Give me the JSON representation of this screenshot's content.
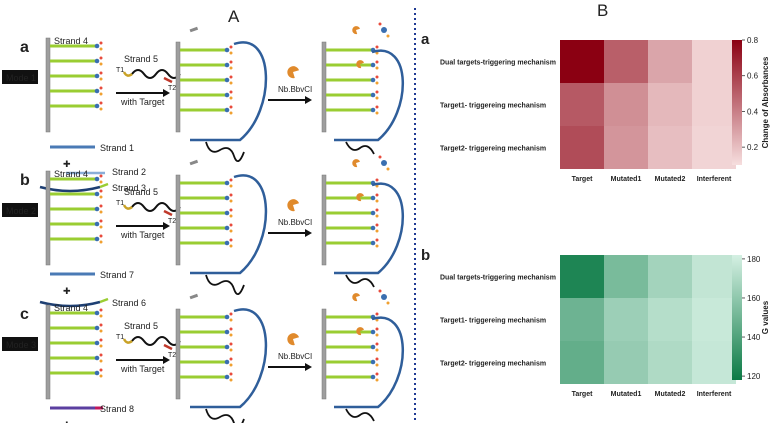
{
  "panels": {
    "left": "A",
    "right": "B"
  },
  "modes": [
    {
      "letter": "a",
      "badge": "Mode 1",
      "top_strand": "Strand 4",
      "probe": "Strand 5",
      "t1": "T1",
      "t2": "T2",
      "arrow_label": "with Target",
      "enzyme": "Nb.BbvCI",
      "bottom_strand": "Strand 1",
      "extra_strand": "Strand 2",
      "tail_strand": "Strand 3",
      "plus": "✚"
    },
    {
      "letter": "b",
      "badge": "Mode 2",
      "top_strand": "Strand 4",
      "probe": "Strand 5",
      "t1": "T1",
      "t2": "T2",
      "arrow_label": "with Target",
      "enzyme": "Nb.BbvCI",
      "bottom_strand": "Strand 7",
      "tail_strand": "Strand 6",
      "plus": "✚"
    },
    {
      "letter": "c",
      "badge": "Mode 3",
      "top_strand": "Strand 4",
      "probe": "Strand 5",
      "t1": "T1",
      "t2": "T2",
      "arrow_label": "with Target",
      "enzyme": "Nb.BbvCI",
      "bottom_strand": "Strand 8",
      "tail_strand": "Strand 3",
      "plus": "✚"
    }
  ],
  "colors": {
    "green_strand": "#9acd32",
    "blue_strand": "#4a7ab5",
    "bar": "#9e9e9e",
    "enzyme": "#e08a2c",
    "divider": "#1f3a93"
  },
  "chart_data": [
    {
      "type": "heatmap",
      "panel": "a",
      "rows": [
        "Dual targets-triggering mechanism",
        "Target1- triggereing mechanism",
        "Target2- triggereing mechanism"
      ],
      "columns": [
        "Target",
        "Mutated1",
        "Mutated2",
        "Interferent"
      ],
      "values": [
        [
          0.82,
          0.5,
          0.28,
          0.14
        ],
        [
          0.52,
          0.35,
          0.22,
          0.14
        ],
        [
          0.56,
          0.33,
          0.2,
          0.13
        ]
      ],
      "colorbar": {
        "label": "Change of Absorbances",
        "range": [
          0.1,
          0.8
        ],
        "ticks": [
          "0.8",
          "0.6",
          "0.4",
          "0.2"
        ],
        "low_color": "#f6dede",
        "high_color": "#8b0012"
      }
    },
    {
      "type": "heatmap",
      "panel": "b",
      "rows": [
        "Dual targets-triggering mechanism",
        "Target1- triggereing mechanism",
        "Target2- triggereing mechanism"
      ],
      "columns": [
        "Target",
        "Mutated1",
        "Mutated2",
        "Interferent"
      ],
      "values": [
        [
          124,
          153,
          166,
          176
        ],
        [
          149,
          164,
          172,
          178
        ],
        [
          146,
          162,
          170,
          177
        ]
      ],
      "colorbar": {
        "label": "G values",
        "range": [
          118,
          182
        ],
        "ticks": [
          "180",
          "160",
          "140",
          "120"
        ],
        "low_color": "#0b7a45",
        "high_color": "#d5f0e3"
      }
    }
  ]
}
